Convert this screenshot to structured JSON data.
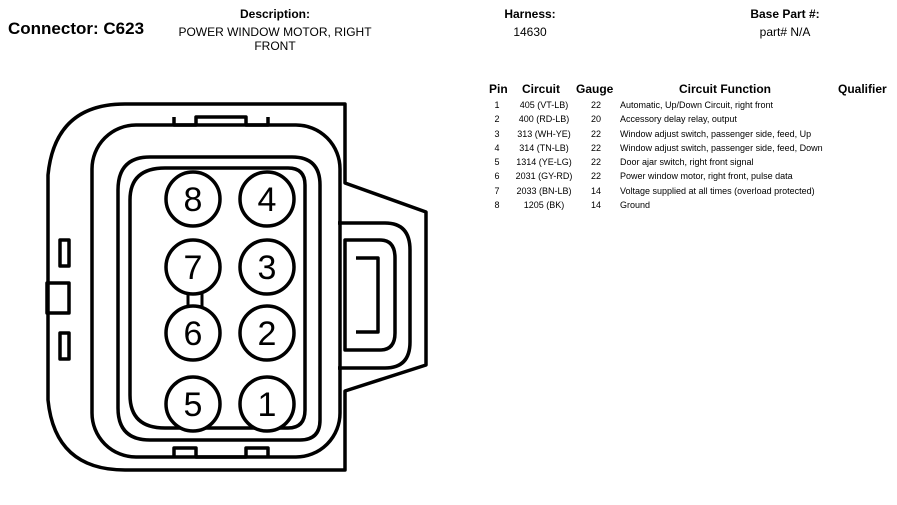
{
  "connector": {
    "label": "Connector: C623"
  },
  "header": {
    "description_title": "Description:",
    "description_value": "POWER WINDOW MOTOR, RIGHT FRONT",
    "harness_title": "Harness:",
    "harness_value": "14630",
    "base_part_title": "Base Part #:",
    "base_part_value": "part# N/A"
  },
  "table": {
    "columns": {
      "pin": "Pin",
      "circuit": "Circuit",
      "gauge": "Gauge",
      "function": "Circuit Function",
      "qualifier": "Qualifier"
    },
    "rows": [
      {
        "pin": "1",
        "circuit": "405 (VT-LB)",
        "gauge": "22",
        "function": "Automatic, Up/Down Circuit, right front"
      },
      {
        "pin": "2",
        "circuit": "400 (RD-LB)",
        "gauge": "20",
        "function": "Accessory delay relay, output"
      },
      {
        "pin": "3",
        "circuit": "313 (WH-YE)",
        "gauge": "22",
        "function": "Window adjust switch, passenger side, feed, Up"
      },
      {
        "pin": "4",
        "circuit": "314 (TN-LB)",
        "gauge": "22",
        "function": "Window adjust switch, passenger side, feed, Down"
      },
      {
        "pin": "5",
        "circuit": "1314 (YE-LG)",
        "gauge": "22",
        "function": "Door ajar switch, right front signal"
      },
      {
        "pin": "6",
        "circuit": "2031 (GY-RD)",
        "gauge": "22",
        "function": "Power window motor, right front, pulse data"
      },
      {
        "pin": "7",
        "circuit": "2033 (BN-LB)",
        "gauge": "14",
        "function": "Voltage supplied at all times (overload protected)"
      },
      {
        "pin": "8",
        "circuit": "1205 (BK)",
        "gauge": "14",
        "function": "Ground"
      }
    ]
  },
  "diagram": {
    "cavities": [
      "8",
      "4",
      "7",
      "3",
      "6",
      "2",
      "5",
      "1"
    ]
  }
}
